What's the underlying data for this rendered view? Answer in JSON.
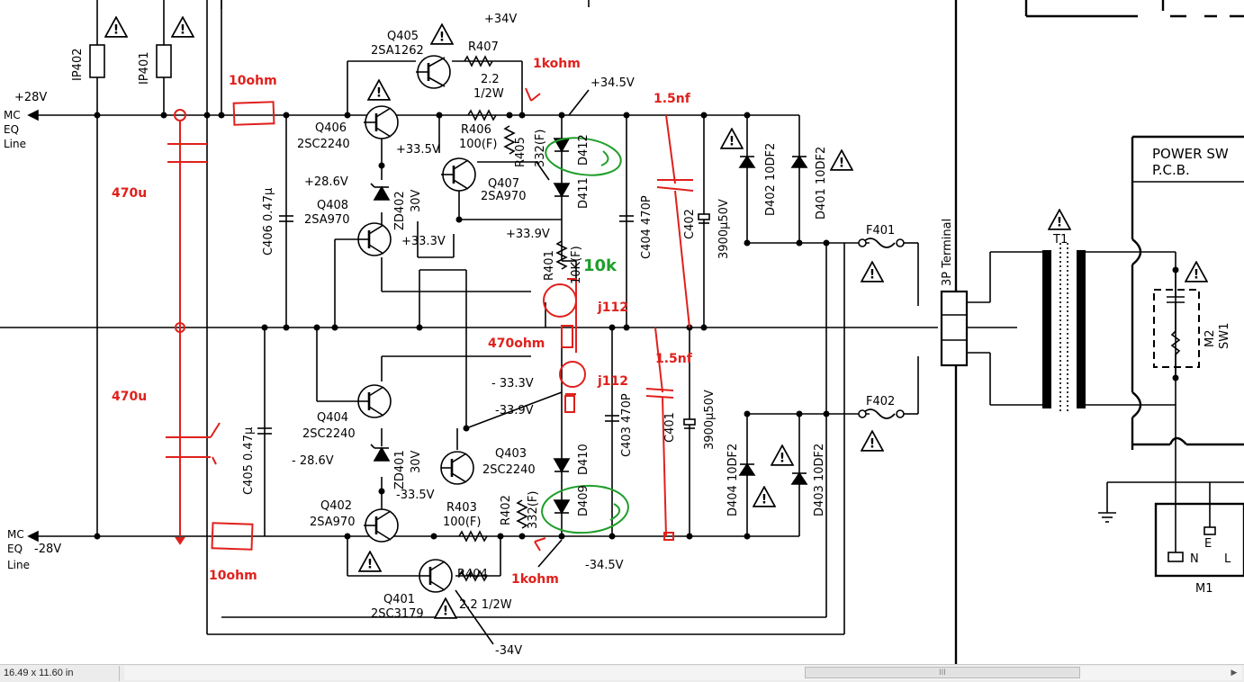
{
  "diagram": {
    "annotations_red": {
      "r_10ohm_top": "10ohm",
      "r_10ohm_bottom": "10ohm",
      "c_470u_top": "470u",
      "c_470u_bottom": "470u",
      "r_1kohm_top": "1kohm",
      "r_1kohm_bottom": "1kohm",
      "c_1_5nf_top": "1.5nf",
      "c_1_5nf_bottom": "1.5nf",
      "j112_top": "j112",
      "j112_bottom": "j112",
      "r_470ohm": "470ohm"
    },
    "annotations_green": {
      "r_10k": "10k"
    },
    "rails": {
      "mc_top_line1": "MC",
      "mc_top_line2": "EQ",
      "mc_top_line3": "Line",
      "plus28": "+28V",
      "mc_bot_line1": "MC",
      "mc_bot_line2": "EQ",
      "mc_bot_line3": "Line",
      "minus28": "-28V",
      "plus34": "+34V",
      "plus34_5": "+34.5V",
      "minus34_5": "-34.5V",
      "minus34": "-34V"
    },
    "labels": {
      "ip402": "IP402",
      "ip401": "IP401",
      "q405": "Q405",
      "q405_part": "2SA1262",
      "r407": "R407",
      "r407_val1": "2.2",
      "r407_val2": "1/2W",
      "q406": "Q406",
      "q406_part": "2SC2240",
      "r406": "R406",
      "r406_val": "100(F)",
      "r405": "R405",
      "r405_val": "332(F)",
      "d412": "D412",
      "d411": "D411",
      "v_33_5": "+33.5V",
      "v_28_6": "+28.6V",
      "q407": "Q407",
      "q407_part": "2SA970",
      "q408": "Q408",
      "q408_part": "2SA970",
      "zd402": "ZD402",
      "zd402_val": "30V",
      "c406": "C406 0.47μ",
      "v_33_3": "+33.3V",
      "v_33_9": "+33.9V",
      "r401": "R401",
      "r401_val": "10K(F)",
      "c404": "C404 470P",
      "c402": "C402",
      "c402_val": "3900μ50V",
      "d402": "D402 10DF2",
      "d401": "D401 10DF2",
      "f401": "F401",
      "f402": "F402",
      "terminal": "3P Terminal",
      "t1": "T1",
      "power_sw_1": "POWER SW",
      "power_sw_2": "P.C.B.",
      "m2": "M2",
      "sw1": "SW1",
      "q404": "Q404",
      "q404_part": "2SC2240",
      "zd401": "ZD401",
      "zd401_val": "30V",
      "c405": "C405 0.47μ",
      "vn_33_3": "- 33.3V",
      "vn_33_9": "-33.9V",
      "c403": "C403 470P",
      "c401": "C401",
      "c401_val": "3900μ50V",
      "d404": "D404 10DF2",
      "d403": "D403 10DF2",
      "vn_28_6": "- 28.6V",
      "q403": "Q403",
      "q403_part": "2SC2240",
      "d410": "D410",
      "d409": "D409",
      "vn_33_5": "-33.5V",
      "q402": "Q402",
      "q402_part": "2SA970",
      "r403": "R403",
      "r403_val": "100(F)",
      "r402": "R402",
      "r402_val": "332(F)",
      "q401": "Q401",
      "q401_part": "2SC3179",
      "r404": "R404",
      "r404_val": "2.2 1/2W",
      "m1": "M1",
      "n": "N",
      "l": "L",
      "e": "E"
    }
  },
  "statusbar": {
    "size_label": "16.49 x 11.60 in",
    "grip": "III",
    "scroll_right": "▶"
  }
}
